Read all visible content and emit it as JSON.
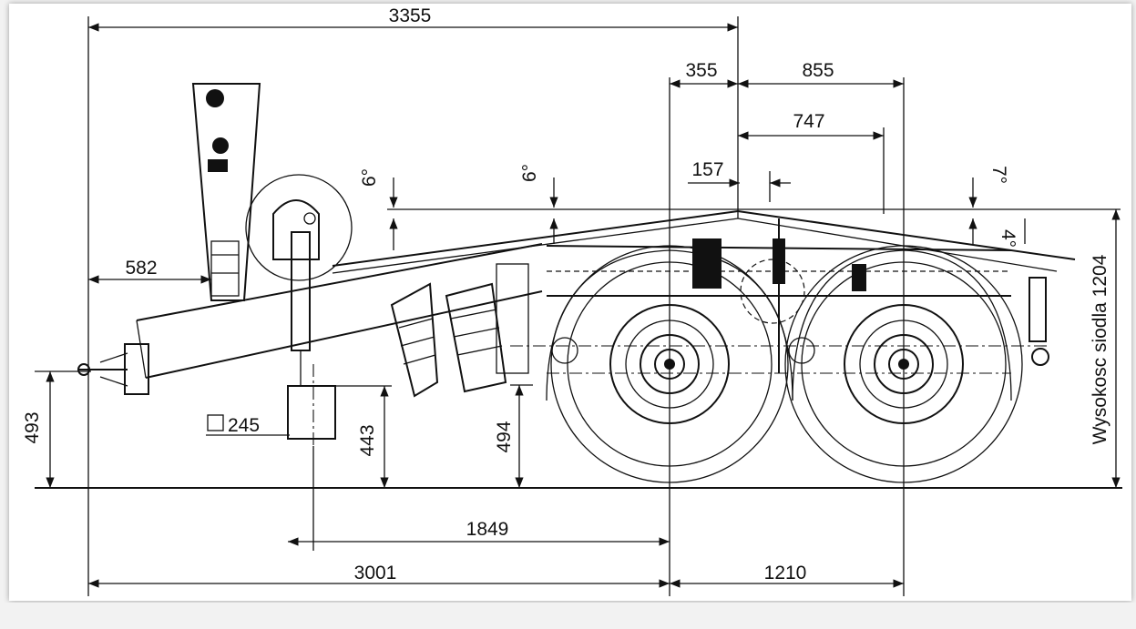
{
  "drawing": {
    "dimensions": {
      "overall_top": "3355",
      "d355": "355",
      "d855": "855",
      "d747": "747",
      "d157": "157",
      "d582": "582",
      "d493": "493",
      "d245": "245",
      "d443": "443",
      "d494": "494",
      "d1849": "1849",
      "d3001": "3001",
      "d1210": "1210"
    },
    "angles": {
      "a_left": "6°",
      "a_mid": "6°",
      "a_right": "7°",
      "a_rear": "4°"
    },
    "side_label": "Wysokosc siodla 1204"
  },
  "colors": {
    "line": "#111111",
    "paper": "#ffffff",
    "background": "#f2f2f2"
  }
}
